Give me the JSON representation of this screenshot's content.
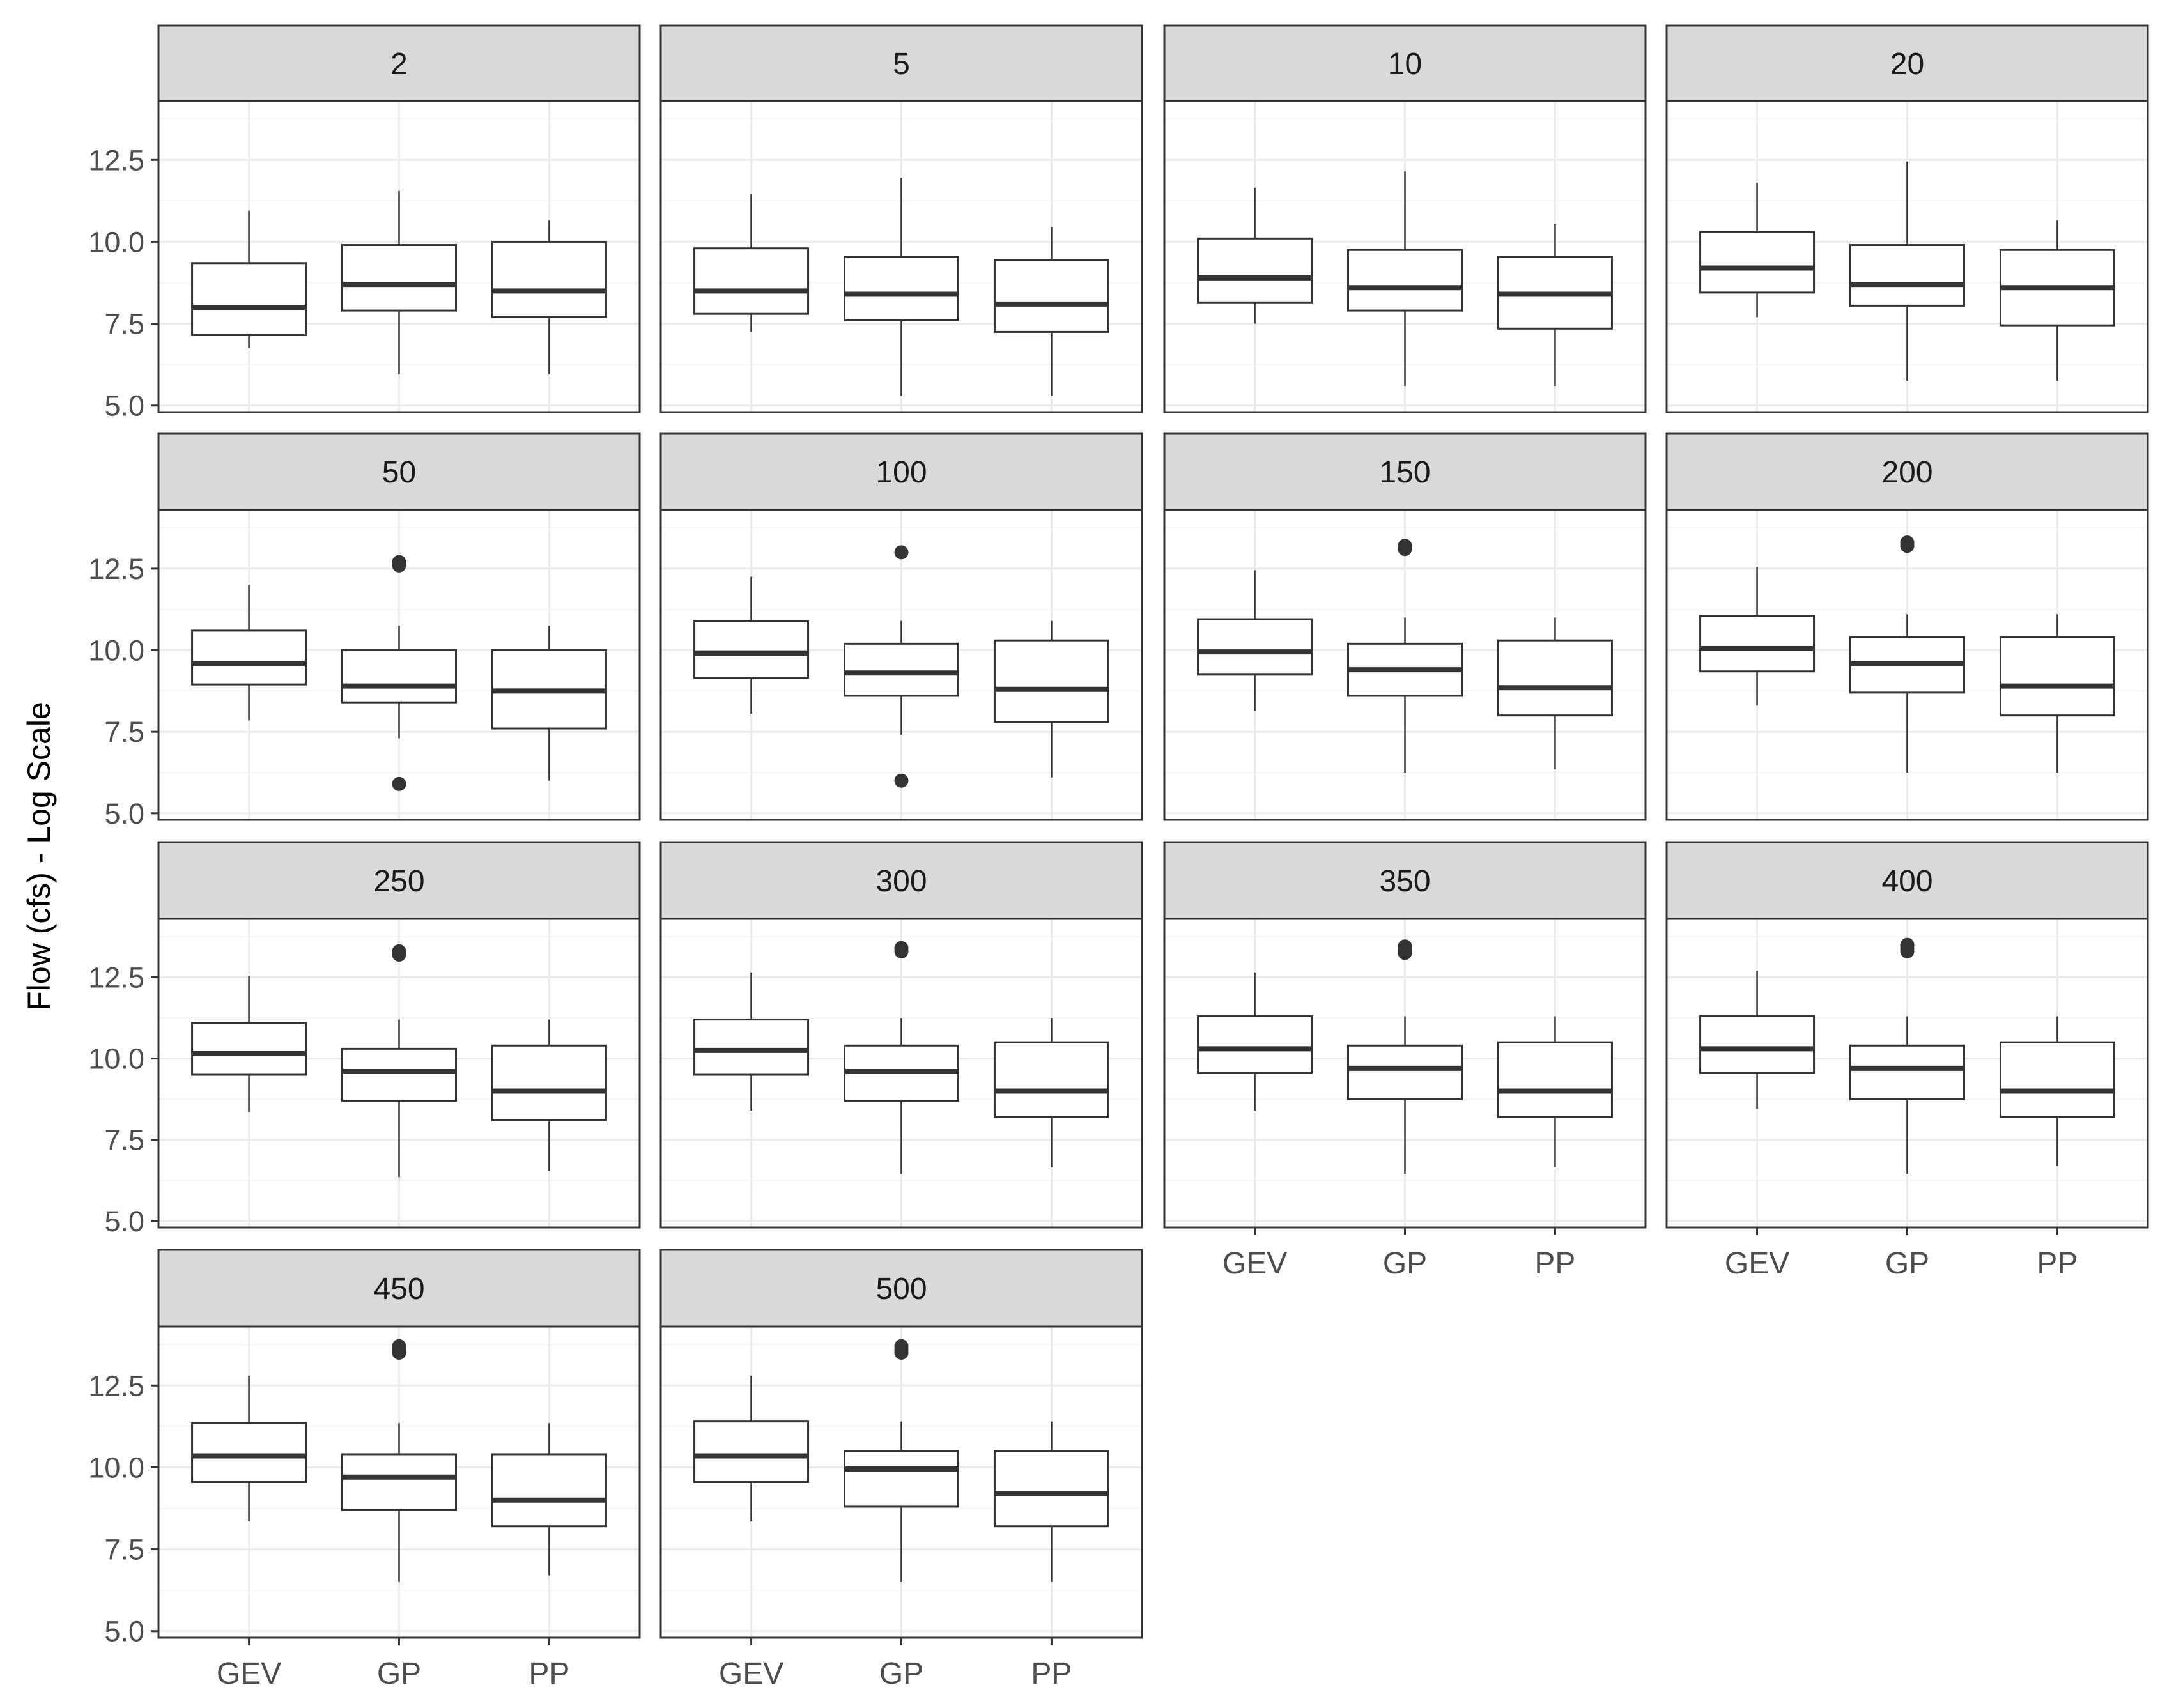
{
  "chart_data": {
    "type": "boxplot",
    "facet_by": "return period",
    "categories": [
      "GEV",
      "GP",
      "PP"
    ],
    "ylabel": "Flow (cfs) - Log Scale",
    "ylim": [
      4.8,
      14.3
    ],
    "yticks": [
      "5.0",
      "7.5",
      "10.0",
      "12.5"
    ],
    "ytick_values": [
      5.0,
      7.5,
      10.0,
      12.5
    ],
    "grid": true,
    "panels": [
      {
        "label": "2",
        "boxes": [
          {
            "cat": "GEV",
            "whisker_low": 6.75,
            "q1": 7.15,
            "median": 8.0,
            "q3": 9.35,
            "whisker_high": 10.95,
            "outliers": []
          },
          {
            "cat": "GP",
            "whisker_low": 5.95,
            "q1": 7.9,
            "median": 8.7,
            "q3": 9.9,
            "whisker_high": 11.55,
            "outliers": []
          },
          {
            "cat": "PP",
            "whisker_low": 5.95,
            "q1": 7.7,
            "median": 8.5,
            "q3": 10.0,
            "whisker_high": 10.65,
            "outliers": []
          }
        ]
      },
      {
        "label": "5",
        "boxes": [
          {
            "cat": "GEV",
            "whisker_low": 7.25,
            "q1": 7.8,
            "median": 8.5,
            "q3": 9.8,
            "whisker_high": 11.45,
            "outliers": []
          },
          {
            "cat": "GP",
            "whisker_low": 5.3,
            "q1": 7.6,
            "median": 8.4,
            "q3": 9.55,
            "whisker_high": 11.95,
            "outliers": []
          },
          {
            "cat": "PP",
            "whisker_low": 5.3,
            "q1": 7.25,
            "median": 8.1,
            "q3": 9.45,
            "whisker_high": 10.45,
            "outliers": []
          }
        ]
      },
      {
        "label": "10",
        "boxes": [
          {
            "cat": "GEV",
            "whisker_low": 7.5,
            "q1": 8.15,
            "median": 8.9,
            "q3": 10.1,
            "whisker_high": 11.65,
            "outliers": []
          },
          {
            "cat": "GP",
            "whisker_low": 5.6,
            "q1": 7.9,
            "median": 8.6,
            "q3": 9.75,
            "whisker_high": 12.15,
            "outliers": []
          },
          {
            "cat": "PP",
            "whisker_low": 5.6,
            "q1": 7.35,
            "median": 8.4,
            "q3": 9.55,
            "whisker_high": 10.55,
            "outliers": []
          }
        ]
      },
      {
        "label": "20",
        "boxes": [
          {
            "cat": "GEV",
            "whisker_low": 7.7,
            "q1": 8.45,
            "median": 9.2,
            "q3": 10.3,
            "whisker_high": 11.8,
            "outliers": []
          },
          {
            "cat": "GP",
            "whisker_low": 5.75,
            "q1": 8.05,
            "median": 8.7,
            "q3": 9.9,
            "whisker_high": 12.45,
            "outliers": []
          },
          {
            "cat": "PP",
            "whisker_low": 5.75,
            "q1": 7.45,
            "median": 8.6,
            "q3": 9.75,
            "whisker_high": 10.65,
            "outliers": []
          }
        ]
      },
      {
        "label": "50",
        "boxes": [
          {
            "cat": "GEV",
            "whisker_low": 7.85,
            "q1": 8.95,
            "median": 9.6,
            "q3": 10.6,
            "whisker_high": 12.0,
            "outliers": []
          },
          {
            "cat": "GP",
            "whisker_low": 7.3,
            "q1": 8.4,
            "median": 8.9,
            "q3": 10.0,
            "whisker_high": 10.75,
            "outliers": [
              5.9,
              12.6,
              12.7
            ]
          },
          {
            "cat": "PP",
            "whisker_low": 6.0,
            "q1": 7.6,
            "median": 8.75,
            "q3": 10.0,
            "whisker_high": 10.75,
            "outliers": []
          }
        ]
      },
      {
        "label": "100",
        "boxes": [
          {
            "cat": "GEV",
            "whisker_low": 8.05,
            "q1": 9.15,
            "median": 9.9,
            "q3": 10.9,
            "whisker_high": 12.25,
            "outliers": []
          },
          {
            "cat": "GP",
            "whisker_low": 7.4,
            "q1": 8.6,
            "median": 9.3,
            "q3": 10.2,
            "whisker_high": 10.9,
            "outliers": [
              6.0,
              13.0
            ]
          },
          {
            "cat": "PP",
            "whisker_low": 6.1,
            "q1": 7.8,
            "median": 8.8,
            "q3": 10.3,
            "whisker_high": 10.9,
            "outliers": []
          }
        ]
      },
      {
        "label": "150",
        "boxes": [
          {
            "cat": "GEV",
            "whisker_low": 8.15,
            "q1": 9.25,
            "median": 9.95,
            "q3": 10.95,
            "whisker_high": 12.45,
            "outliers": []
          },
          {
            "cat": "GP",
            "whisker_low": 6.25,
            "q1": 8.6,
            "median": 9.4,
            "q3": 10.2,
            "whisker_high": 11.0,
            "outliers": [
              13.1,
              13.2
            ]
          },
          {
            "cat": "PP",
            "whisker_low": 6.35,
            "q1": 8.0,
            "median": 8.85,
            "q3": 10.3,
            "whisker_high": 11.0,
            "outliers": []
          }
        ]
      },
      {
        "label": "200",
        "boxes": [
          {
            "cat": "GEV",
            "whisker_low": 8.3,
            "q1": 9.35,
            "median": 10.05,
            "q3": 11.05,
            "whisker_high": 12.55,
            "outliers": []
          },
          {
            "cat": "GP",
            "whisker_low": 6.25,
            "q1": 8.7,
            "median": 9.6,
            "q3": 10.4,
            "whisker_high": 11.1,
            "outliers": [
              13.2,
              13.3
            ]
          },
          {
            "cat": "PP",
            "whisker_low": 6.25,
            "q1": 8.0,
            "median": 8.9,
            "q3": 10.4,
            "whisker_high": 11.1,
            "outliers": []
          }
        ]
      },
      {
        "label": "250",
        "boxes": [
          {
            "cat": "GEV",
            "whisker_low": 8.35,
            "q1": 9.5,
            "median": 10.15,
            "q3": 11.1,
            "whisker_high": 12.55,
            "outliers": []
          },
          {
            "cat": "GP",
            "whisker_low": 6.35,
            "q1": 8.7,
            "median": 9.6,
            "q3": 10.3,
            "whisker_high": 11.2,
            "outliers": [
              13.2,
              13.3
            ]
          },
          {
            "cat": "PP",
            "whisker_low": 6.55,
            "q1": 8.1,
            "median": 9.0,
            "q3": 10.4,
            "whisker_high": 11.2,
            "outliers": []
          }
        ]
      },
      {
        "label": "300",
        "boxes": [
          {
            "cat": "GEV",
            "whisker_low": 8.4,
            "q1": 9.5,
            "median": 10.25,
            "q3": 11.2,
            "whisker_high": 12.65,
            "outliers": []
          },
          {
            "cat": "GP",
            "whisker_low": 6.45,
            "q1": 8.7,
            "median": 9.6,
            "q3": 10.4,
            "whisker_high": 11.25,
            "outliers": [
              13.3,
              13.4
            ]
          },
          {
            "cat": "PP",
            "whisker_low": 6.65,
            "q1": 8.2,
            "median": 9.0,
            "q3": 10.5,
            "whisker_high": 11.25,
            "outliers": []
          }
        ]
      },
      {
        "label": "350",
        "boxes": [
          {
            "cat": "GEV",
            "whisker_low": 8.4,
            "q1": 9.55,
            "median": 10.3,
            "q3": 11.3,
            "whisker_high": 12.65,
            "outliers": []
          },
          {
            "cat": "GP",
            "whisker_low": 6.45,
            "q1": 8.75,
            "median": 9.7,
            "q3": 10.4,
            "whisker_high": 11.3,
            "outliers": [
              13.25,
              13.35,
              13.45
            ]
          },
          {
            "cat": "PP",
            "whisker_low": 6.65,
            "q1": 8.2,
            "median": 9.0,
            "q3": 10.5,
            "whisker_high": 11.3,
            "outliers": []
          }
        ]
      },
      {
        "label": "400",
        "boxes": [
          {
            "cat": "GEV",
            "whisker_low": 8.45,
            "q1": 9.55,
            "median": 10.3,
            "q3": 11.3,
            "whisker_high": 12.7,
            "outliers": []
          },
          {
            "cat": "GP",
            "whisker_low": 6.45,
            "q1": 8.75,
            "median": 9.7,
            "q3": 10.4,
            "whisker_high": 11.3,
            "outliers": [
              13.3,
              13.4,
              13.5
            ]
          },
          {
            "cat": "PP",
            "whisker_low": 6.7,
            "q1": 8.2,
            "median": 9.0,
            "q3": 10.5,
            "whisker_high": 11.3,
            "outliers": []
          }
        ]
      },
      {
        "label": "450",
        "boxes": [
          {
            "cat": "GEV",
            "whisker_low": 8.35,
            "q1": 9.55,
            "median": 10.35,
            "q3": 11.35,
            "whisker_high": 12.8,
            "outliers": []
          },
          {
            "cat": "GP",
            "whisker_low": 6.5,
            "q1": 8.7,
            "median": 9.7,
            "q3": 10.4,
            "whisker_high": 11.35,
            "outliers": [
              13.5,
              13.6,
              13.7
            ]
          },
          {
            "cat": "PP",
            "whisker_low": 6.7,
            "q1": 8.2,
            "median": 9.0,
            "q3": 10.4,
            "whisker_high": 11.35,
            "outliers": []
          }
        ]
      },
      {
        "label": "500",
        "boxes": [
          {
            "cat": "GEV",
            "whisker_low": 8.35,
            "q1": 9.55,
            "median": 10.35,
            "q3": 11.4,
            "whisker_high": 12.8,
            "outliers": []
          },
          {
            "cat": "GP",
            "whisker_low": 6.5,
            "q1": 8.8,
            "median": 9.95,
            "q3": 10.5,
            "whisker_high": 11.4,
            "outliers": [
              13.5,
              13.6,
              13.7
            ]
          },
          {
            "cat": "PP",
            "whisker_low": 6.5,
            "q1": 8.2,
            "median": 9.2,
            "q3": 10.5,
            "whisker_high": 11.4,
            "outliers": []
          }
        ]
      }
    ]
  },
  "colors": {
    "strip_fill": "#d9d9d9",
    "panel_border": "#333333",
    "grid_major": "#ebebeb",
    "grid_minor": "#f5f5f5",
    "box_line": "#333333",
    "median_line": "#333333",
    "tick_text": "#4d4d4d"
  }
}
